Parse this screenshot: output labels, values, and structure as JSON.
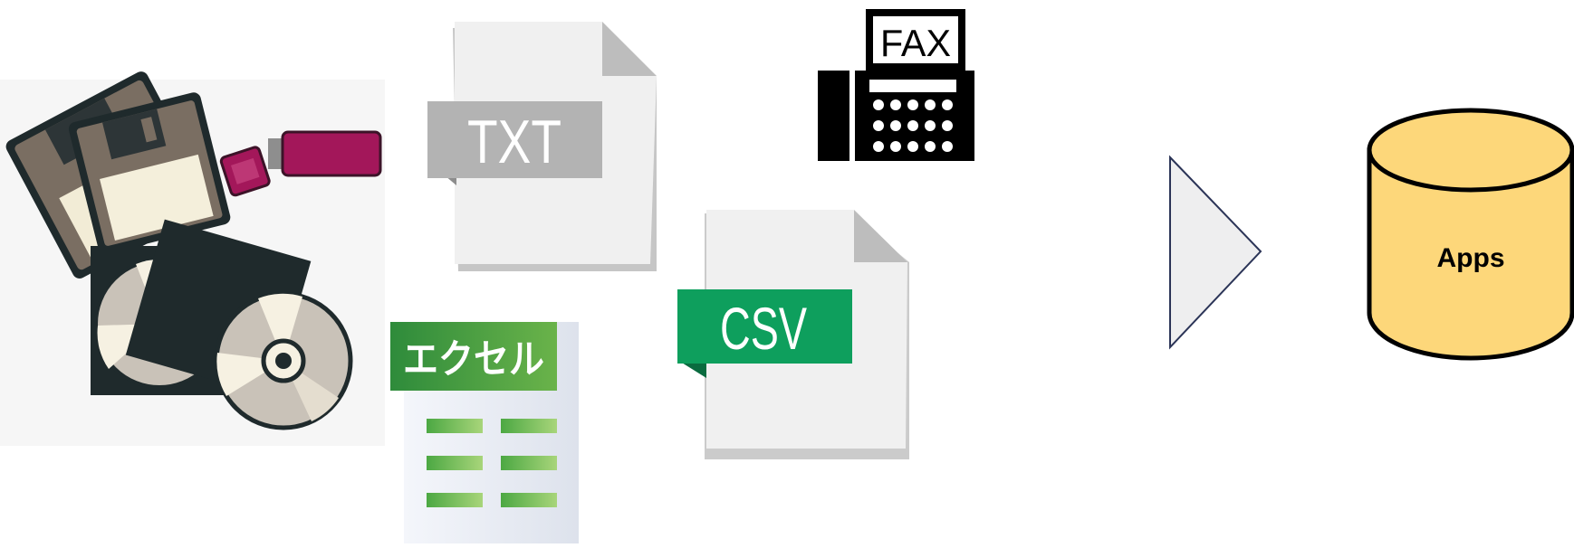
{
  "sources": {
    "txt_label": "TXT",
    "csv_label": "CSV",
    "excel_label": "エクセル",
    "fax_label": "FAX"
  },
  "destination": {
    "label": "Apps"
  },
  "colors": {
    "txt_band": "#b3b3b3",
    "csv_band": "#0e9f5d",
    "excel_header": "#3b9a3e",
    "excel_cells": "#7cc05c",
    "disk_dark": "#1f2a2c",
    "disk_taupe": "#7a6e62",
    "disk_label": "#f4efdb",
    "usb": "#a3175a",
    "cylinder_fill": "#fdd77a",
    "arrow_fill": "#eeeeef",
    "arrow_stroke": "#2b3457"
  }
}
